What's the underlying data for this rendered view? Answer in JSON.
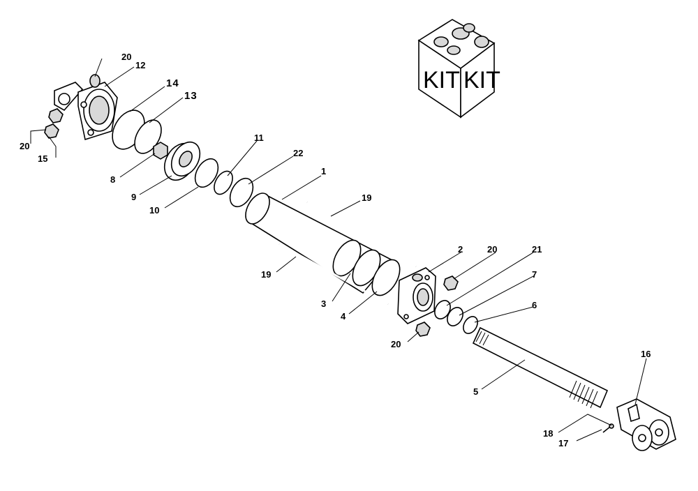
{
  "kit_box": {
    "left_text": "KIT",
    "right_text": "KIT"
  },
  "callouts": {
    "c1": "1",
    "c2": "2",
    "c3": "3",
    "c4": "4",
    "c5": "5",
    "c6": "6",
    "c7": "7",
    "c8": "8",
    "c9": "9",
    "c10": "10",
    "c11": "11",
    "c12": "12",
    "c13": "13",
    "c14": "14",
    "c15": "15",
    "c16": "16",
    "c17": "17",
    "c18": "18",
    "c19a": "19",
    "c19b": "19",
    "c20a": "20",
    "c20b": "20",
    "c20c": "20",
    "c20d": "20",
    "c21": "21",
    "c22": "22"
  }
}
